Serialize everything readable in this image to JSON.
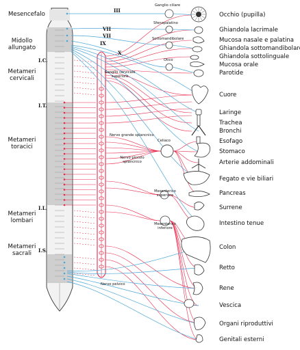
{
  "left_labels": {
    "mesencefalo": "Mesencefalo",
    "midollo": [
      "Midollo",
      "allungato"
    ],
    "cervicali": [
      "Metameri",
      "cervicali"
    ],
    "toracici": [
      "Metameri",
      "toracici"
    ],
    "lombari": [
      "Metameri",
      "lombari"
    ],
    "sacrali": [
      "Metameri",
      "sacrali"
    ]
  },
  "segment_marks": [
    "I.C.",
    "I.T.",
    "I.L.",
    "I.S."
  ],
  "cranial_nerves": [
    "III",
    "VII",
    "VII",
    "IX",
    "X"
  ],
  "ganglia": {
    "ciliare": "Ganglio ciliare",
    "sfenopalatino": "Sfenopalatino",
    "sottomandibolare": "Sottomandibolare",
    "otico": "Otico",
    "cervicale": [
      "Ganglio cervicale",
      "superiore"
    ],
    "celiaco": "Celiaco",
    "mes_sup": [
      "Mesenterico",
      "superiore"
    ],
    "mes_inf": [
      "Mesenterico",
      "inferiore"
    ]
  },
  "nerves": {
    "grande_splancnico": "Nervo grande splancnico",
    "piccolo_splancnico": [
      "Nervo piccolo",
      "splancnico"
    ],
    "pelvico": "Nervo pelvico"
  },
  "organs": [
    "Occhio (pupilla)",
    "Ghiandola lacrimale",
    "Mucosa nasale e palatina",
    "Ghiandola sottomandibolare",
    "Ghiandola sottolinguale",
    "Mucosa orale",
    "Parotide",
    "Cuore",
    "Laringe",
    "Trachea",
    "Bronchi",
    "Esofago",
    "Stomaco",
    "Arterie addominali",
    "Fegato e vie biliari",
    "Pancreas",
    "Surrene",
    "Intestino tenue",
    "Colon",
    "Retto",
    "Rene",
    "Vescica",
    "Organi riproduttivi",
    "Genitali esterni"
  ],
  "colors": {
    "sympathetic": "#e8284a",
    "parasympathetic": "#4aa6d8",
    "outline": "#444444",
    "cord_fill": "#f2f2f2",
    "cord_shade": "#c8c8c8"
  }
}
